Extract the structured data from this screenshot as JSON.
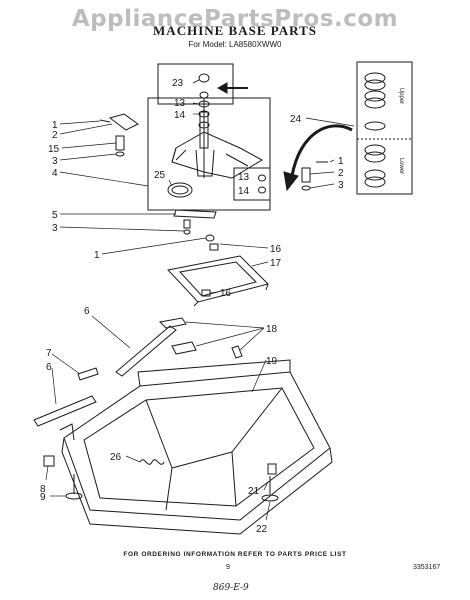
{
  "watermark": "AppliancePartsPros.com",
  "title": "MACHINE BASE PARTS",
  "model": "For Model: LA8580XWW0",
  "inset_labels": {
    "upper": "Upper",
    "lower": "Lower"
  },
  "callouts": {
    "c23": "23",
    "c13a": "13",
    "c14a": "14",
    "c24": "24",
    "c1a": "1",
    "c2a": "2",
    "c15": "15",
    "c3a": "3",
    "c4": "4",
    "c1b": "1",
    "c2b": "2",
    "c3b": "3",
    "c25": "25",
    "c13b": "13",
    "c14b": "14",
    "c5": "5",
    "c3c": "3",
    "c1c": "1",
    "c16a": "16",
    "c17": "17",
    "c16b": "16",
    "c6a": "6",
    "c18": "18",
    "c7": "7",
    "c6b": "6",
    "c19": "19",
    "c26": "26",
    "c8": "8",
    "c9": "9",
    "c21": "21",
    "c22": "22"
  },
  "footer": {
    "note": "FOR ORDERING INFORMATION REFER TO PARTS PRICE LIST",
    "page": "9",
    "doc_number": "3353167",
    "handwritten": "869-E-9"
  }
}
